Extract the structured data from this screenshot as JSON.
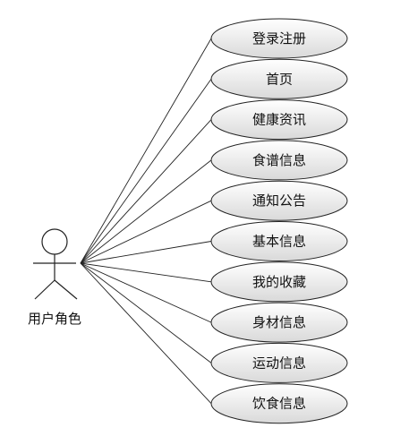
{
  "actor": {
    "label": "用户角色",
    "icon": "stick-figure-actor-icon"
  },
  "use_cases": [
    {
      "label": "登录注册"
    },
    {
      "label": "首页"
    },
    {
      "label": "健康资讯"
    },
    {
      "label": "食谱信息"
    },
    {
      "label": "通知公告"
    },
    {
      "label": "基本信息"
    },
    {
      "label": "我的收藏"
    },
    {
      "label": "身材信息"
    },
    {
      "label": "运动信息"
    },
    {
      "label": "饮食信息"
    }
  ],
  "colors": {
    "ellipse_gradient_start": "#ffffff",
    "ellipse_gradient_end": "#d9d9d9",
    "stroke": "#222222",
    "text": "#111111"
  }
}
